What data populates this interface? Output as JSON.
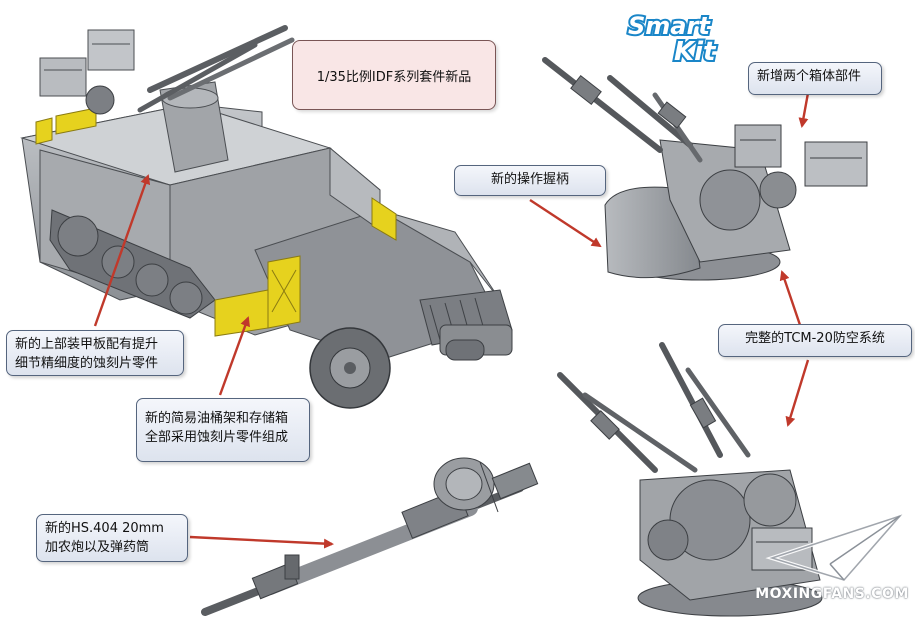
{
  "title": "1/35比例IDF系列套件新品",
  "logo": {
    "line1": "Smart",
    "line2": "Kit"
  },
  "watermark": "MOXINGFANS.COM",
  "callouts": {
    "boxes_parts": "新增两个箱体部件",
    "grips": "新的操作握柄",
    "armor_lines": [
      "新的上部装甲板配有提升",
      "细节精细度的蚀刻片零件"
    ],
    "rack_lines": [
      "新的简易油桶架和存储箱",
      "全部采用蚀刻片零件组成"
    ],
    "tcm": "完整的TCM-20防空系统",
    "cannon_lines": [
      "新的HS.404 20mm",
      "加农炮以及弹药筒"
    ]
  },
  "colors": {
    "accent_arrow": "#c0392b",
    "callout_border": "#55657e",
    "title_fill": "#f9e6e6",
    "logo_blue": "#1a86c8",
    "etch_yellow": "#e6d21e",
    "model_gray": "#9a9da1"
  }
}
